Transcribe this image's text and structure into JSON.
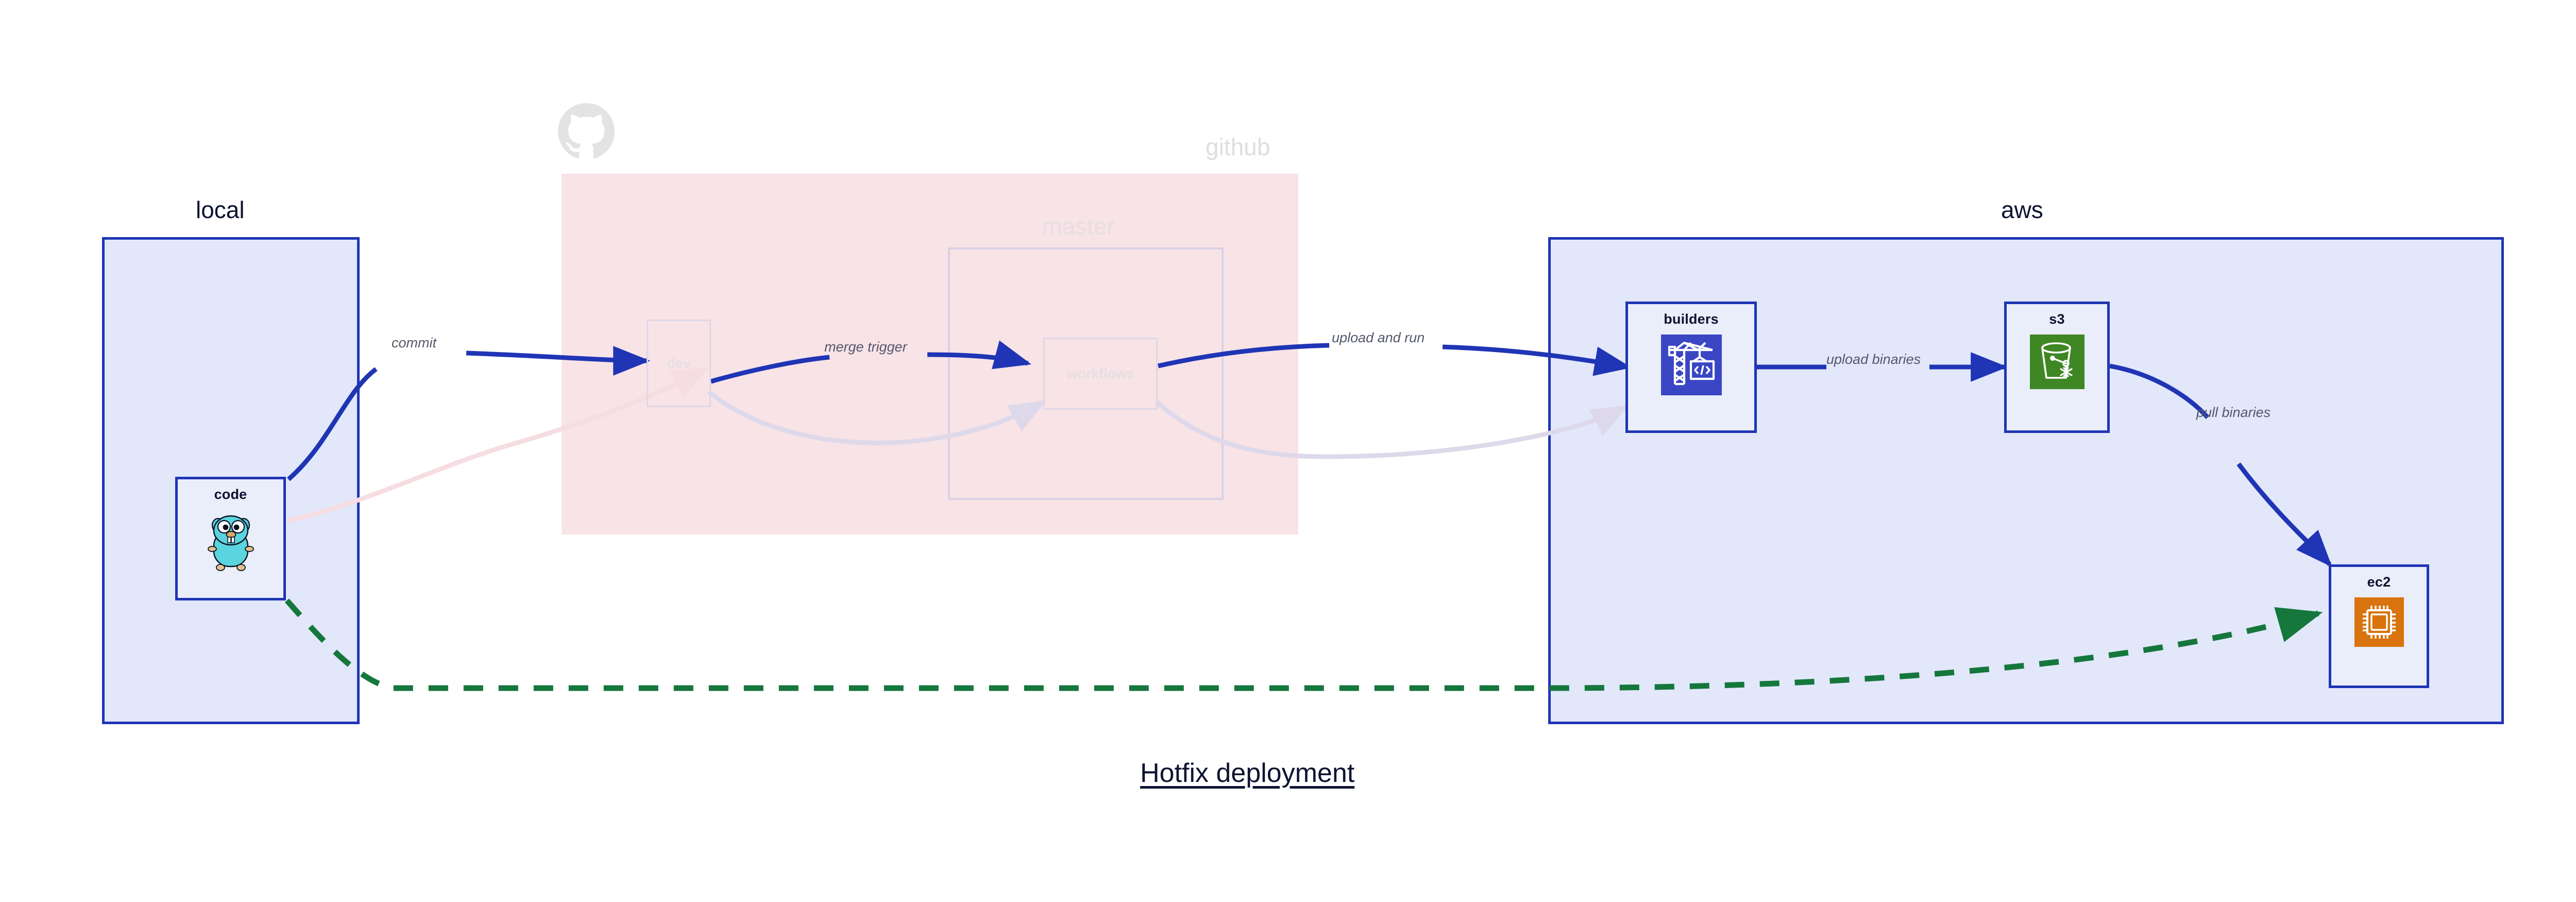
{
  "diagram": {
    "title": "Hotfix deployment",
    "colors": {
      "primary_blue": "#1f35b5",
      "group_blue_fill": "#e2e7fa",
      "group_pink_fill": "#f8e3e7",
      "ghost_grey": "#dedede",
      "label_grey": "#55586b",
      "hotfix_green": "#15773c",
      "builders_icon_bg": "#3b46c4",
      "s3_icon_bg": "#3f8624",
      "ec2_icon_bg": "#d9730d",
      "gopher_cyan": "#5ad4de"
    }
  },
  "groups": [
    {
      "id": "local",
      "label": "local",
      "state": "active"
    },
    {
      "id": "github",
      "label": "github",
      "state": "ghost"
    },
    {
      "id": "master",
      "label": "master",
      "state": "ghost"
    },
    {
      "id": "aws",
      "label": "aws",
      "state": "active"
    }
  ],
  "nodes": [
    {
      "id": "code",
      "label": "code",
      "icon": "go-gopher-icon",
      "state": "active",
      "group": "local"
    },
    {
      "id": "dev",
      "label": "dev",
      "icon": "none",
      "state": "ghost",
      "group": "github"
    },
    {
      "id": "workflows",
      "label": "workflows",
      "icon": "none",
      "state": "ghost",
      "group": "master"
    },
    {
      "id": "builders",
      "label": "builders",
      "icon": "crane-code-icon",
      "state": "active",
      "group": "aws"
    },
    {
      "id": "s3",
      "label": "s3",
      "icon": "s3-bucket-icon",
      "state": "active",
      "group": "aws"
    },
    {
      "id": "ec2",
      "label": "ec2",
      "icon": "cpu-chip-icon",
      "state": "active",
      "group": "aws"
    }
  ],
  "edges": [
    {
      "id": "commit",
      "from": "code",
      "to": "dev",
      "label": "commit",
      "style": "solid-blue"
    },
    {
      "id": "merge-trigger",
      "from": "dev",
      "to": "workflows",
      "label": "merge trigger",
      "style": "solid-blue"
    },
    {
      "id": "upload-and-run",
      "from": "workflows",
      "to": "builders",
      "label": "upload and run",
      "style": "solid-blue"
    },
    {
      "id": "upload-binaries",
      "from": "builders",
      "to": "s3",
      "label": "upload binaries",
      "style": "solid-blue"
    },
    {
      "id": "pull-binaries",
      "from": "s3",
      "to": "ec2",
      "label": "pull binaries",
      "style": "solid-blue"
    },
    {
      "id": "hotfix-direct",
      "from": "code",
      "to": "ec2",
      "label": "",
      "style": "dashed-green"
    },
    {
      "id": "ghost-code-dev",
      "from": "code",
      "to": "dev",
      "label": "",
      "style": "ghost-pink"
    },
    {
      "id": "ghost-dev-wf",
      "from": "dev",
      "to": "workflows",
      "label": "",
      "style": "ghost-lavender"
    },
    {
      "id": "ghost-wf-build",
      "from": "workflows",
      "to": "builders",
      "label": "",
      "style": "ghost-lavender"
    }
  ],
  "icons": {
    "github_logo": "github-octocat-icon",
    "gopher": "go-gopher-icon",
    "crane": "crane-code-icon",
    "bucket": "s3-bucket-icon",
    "chip": "cpu-chip-icon"
  }
}
